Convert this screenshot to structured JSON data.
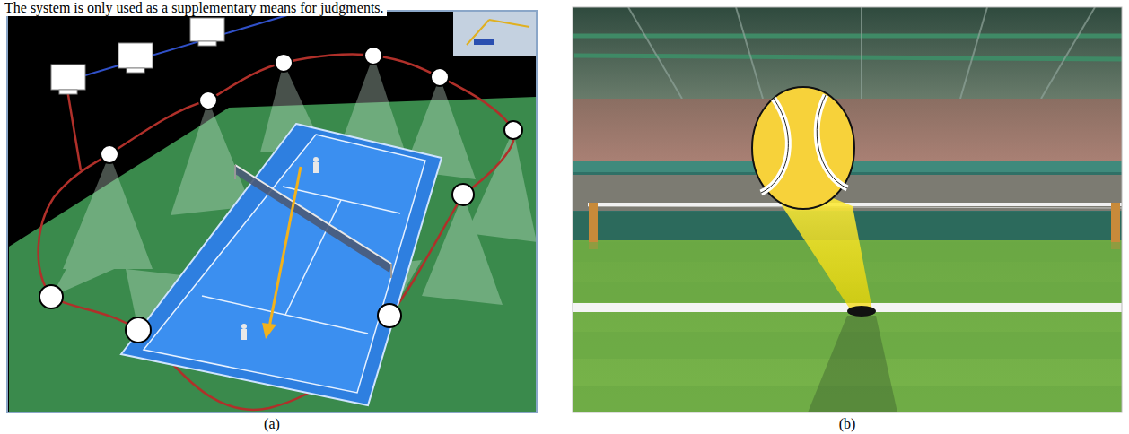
{
  "diagram": {
    "labels": [
      "The system is only used as a supplementary means for judgments.",
      "(a)",
      "(b)"
    ]
  }
}
